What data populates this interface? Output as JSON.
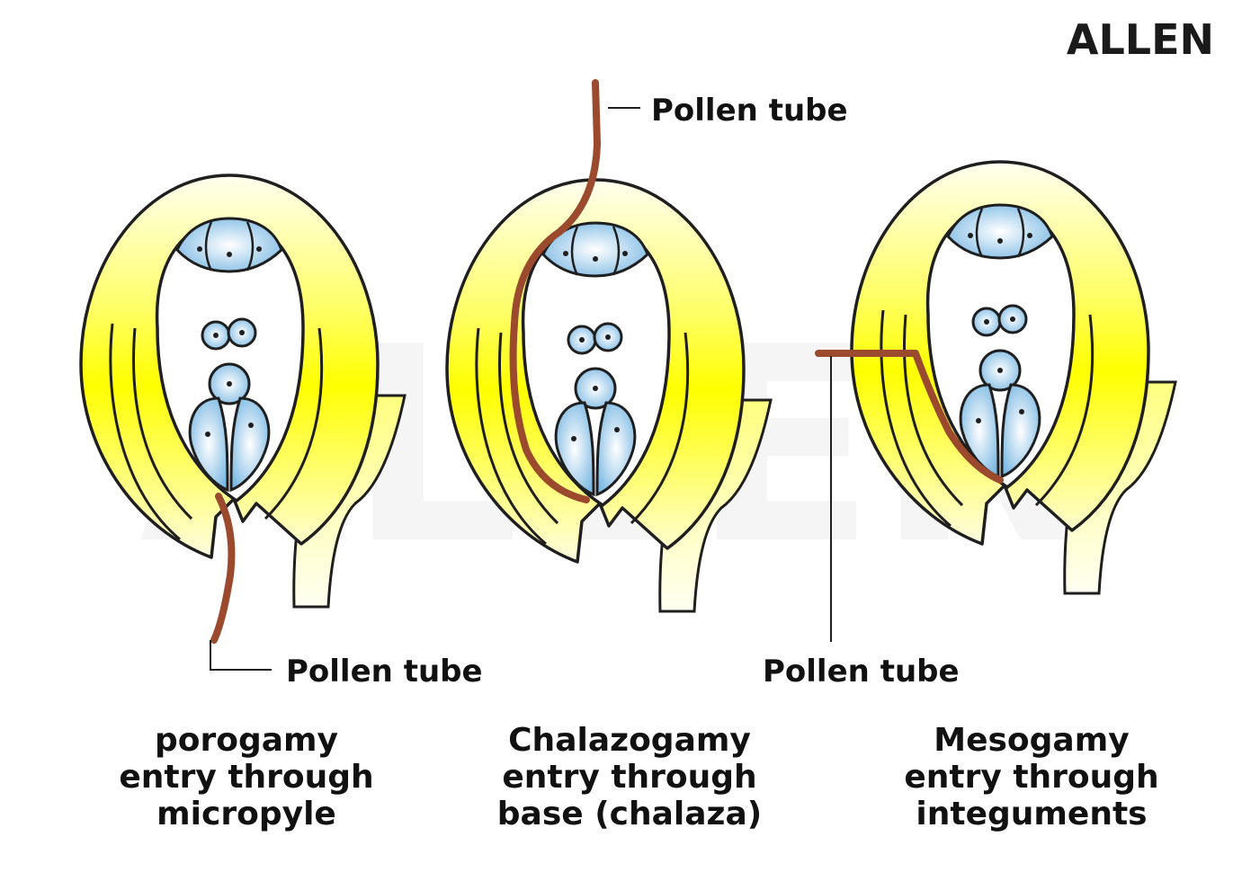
{
  "brand": {
    "logo": "ALLEN",
    "watermark": "ALLEN"
  },
  "colors": {
    "integument_outer": "#fff44a",
    "integument_light": "#ffffc8",
    "egg_apparatus": "#8fc3e6",
    "pollen_tube": "#9b4a2d",
    "outline": "#1f1f1f"
  },
  "panels": [
    {
      "pollen_tube_label": "Pollen tube",
      "caption": [
        "porogamy",
        "entry through",
        "micropyle"
      ]
    },
    {
      "pollen_tube_label": "Pollen tube",
      "caption": [
        "Chalazogamy",
        "entry through",
        "base (chalaza)"
      ]
    },
    {
      "pollen_tube_label": "Pollen tube",
      "caption": [
        "Mesogamy",
        "entry through",
        "integuments"
      ]
    }
  ]
}
